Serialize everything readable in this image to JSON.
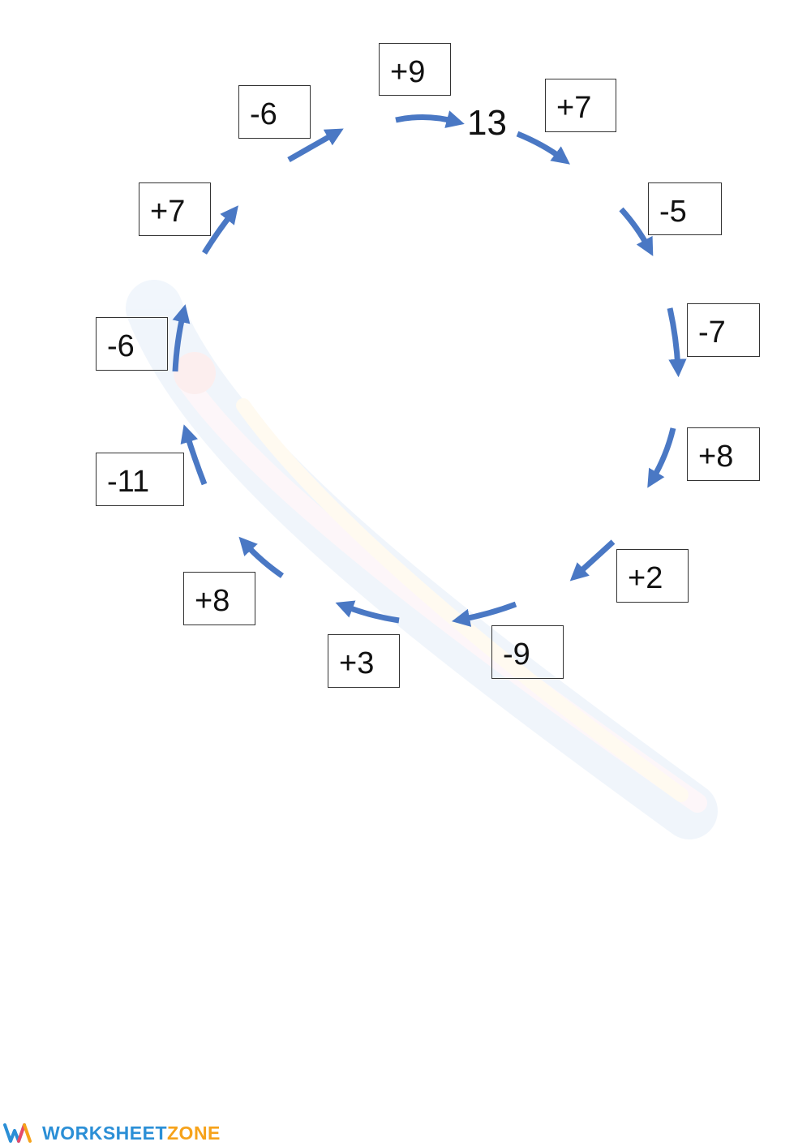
{
  "worksheet": {
    "start_number": "13",
    "operation_boxes": [
      {
        "id": "box-1",
        "label": "+9"
      },
      {
        "id": "box-2",
        "label": "+7"
      },
      {
        "id": "box-3",
        "label": "-5"
      },
      {
        "id": "box-4",
        "label": "-7"
      },
      {
        "id": "box-5",
        "label": "+8"
      },
      {
        "id": "box-6",
        "label": "+2"
      },
      {
        "id": "box-7",
        "label": "-9"
      },
      {
        "id": "box-8",
        "label": "+3"
      },
      {
        "id": "box-9",
        "label": "+8"
      },
      {
        "id": "box-10",
        "label": "-11"
      },
      {
        "id": "box-11",
        "label": "-6"
      },
      {
        "id": "box-12",
        "label": "+7"
      },
      {
        "id": "box-13",
        "label": "-6"
      }
    ]
  },
  "footer": {
    "logo_icon": "worksheetzone-w-logo",
    "brand_part1": "WORKSHEET",
    "brand_part2": "ZONE"
  },
  "colors": {
    "arrow": "#4a78c4",
    "box_border": "#333333",
    "brand_blue": "#2b8fd6",
    "brand_orange": "#f6a21a"
  }
}
